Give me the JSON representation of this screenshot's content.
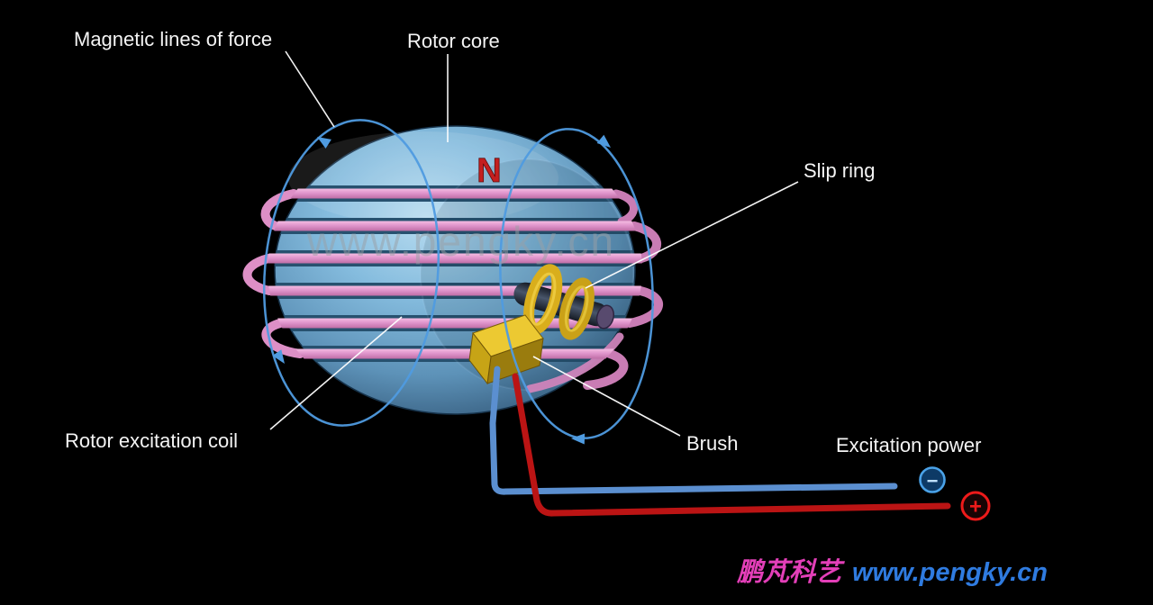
{
  "diagram": {
    "pole_label": "N"
  },
  "labels": {
    "magnetic_lines": "Magnetic lines of force",
    "rotor_core": "Rotor core",
    "slip_ring": "Slip ring",
    "rotor_excitation_coil": "Rotor excitation coil",
    "brush": "Brush",
    "excitation_power": "Excitation power"
  },
  "terminals": {
    "minus_symbol": "−",
    "plus_symbol": "+"
  },
  "watermarks": {
    "center": "www.pengky.cn",
    "footer_cjk": "鹏芃科艺",
    "footer_url": "www.pengky.cn"
  },
  "colors": {
    "background": "#000000",
    "rotor_body_blue": "#7db7dc",
    "coil_pink": "#dd8fc6",
    "field_line_blue": "#4f9be0",
    "slip_ring_gold": "#d9ae1c",
    "wire_blue": "#5b8fd0",
    "wire_red": "#bb1414",
    "label_white": "#f4f4f4",
    "pole_red": "#c41f1f",
    "watermark_gray": "#9aa0a6",
    "footer_magenta": "#e33fb8",
    "footer_blue": "#2f7be0"
  }
}
